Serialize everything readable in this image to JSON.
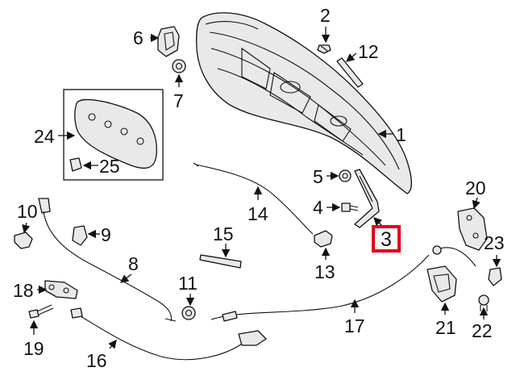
{
  "labels": {
    "p1": "1",
    "p2": "2",
    "p3": "3",
    "p4": "4",
    "p5": "5",
    "p6": "6",
    "p7": "7",
    "p8": "8",
    "p9": "9",
    "p10": "10",
    "p11": "11",
    "p12": "12",
    "p13": "13",
    "p14": "14",
    "p15": "15",
    "p16": "16",
    "p17": "17",
    "p18": "18",
    "p19": "19",
    "p20": "20",
    "p21": "21",
    "p22": "22",
    "p23": "23",
    "p24": "24",
    "p25": "25"
  },
  "highlight_color": "#e3001b",
  "highlighted_part": "3"
}
